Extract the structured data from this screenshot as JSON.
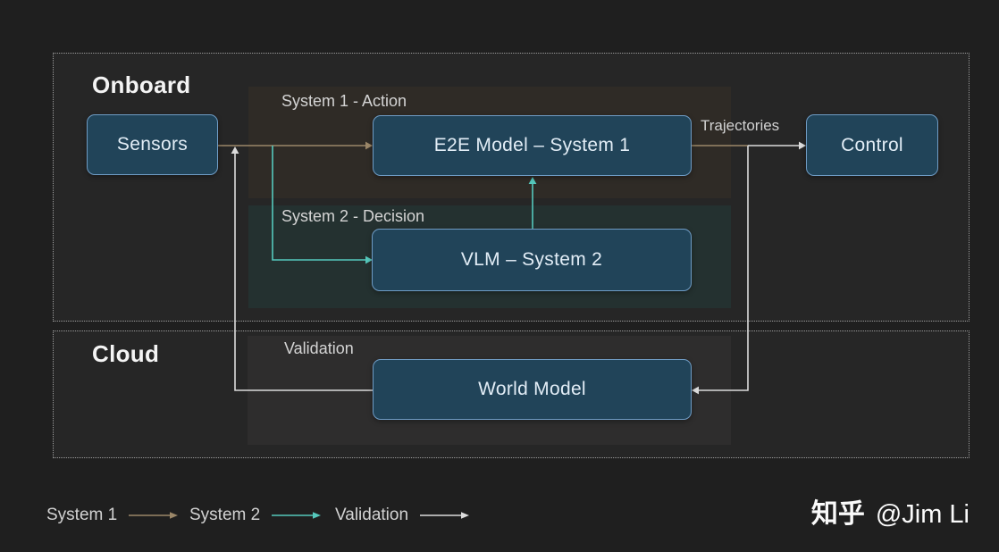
{
  "diagram": {
    "sections": {
      "onboard": {
        "label": "Onboard"
      },
      "cloud": {
        "label": "Cloud"
      }
    },
    "regions": {
      "system1": {
        "label": "System 1 - Action"
      },
      "system2": {
        "label": "System 2 - Decision"
      },
      "validation": {
        "label": "Validation"
      }
    },
    "nodes": {
      "sensors": {
        "label": "Sensors"
      },
      "e2e": {
        "label": "E2E Model – System 1"
      },
      "control": {
        "label": "Control"
      },
      "vlm": {
        "label": "VLM – System 2"
      },
      "world_model": {
        "label": "World Model"
      }
    },
    "edge_labels": {
      "trajectories": "Trajectories"
    },
    "edges": [
      {
        "from": "sensors",
        "to": "e2e",
        "type": "system1"
      },
      {
        "from": "e2e",
        "to": "control",
        "type": "system1",
        "label": "Trajectories"
      },
      {
        "from": "sensors",
        "to": "vlm",
        "type": "system2"
      },
      {
        "from": "vlm",
        "to": "e2e",
        "type": "system2"
      },
      {
        "from": "control-junction",
        "to": "world_model",
        "type": "validation"
      },
      {
        "from": "world_model",
        "to": "sensors-line",
        "type": "validation"
      }
    ]
  },
  "colors": {
    "system1_flow": "#9b8768",
    "system2_flow": "#55c8bc",
    "validation_flow": "#dcdcdc",
    "node_fill": "#214459",
    "node_border": "#6f9cc5",
    "background": "#1f1f1f",
    "panel_background": "#262626"
  },
  "legend": {
    "items": [
      {
        "label": "System 1",
        "color": "#9b8768"
      },
      {
        "label": "System 2",
        "color": "#55c8bc"
      },
      {
        "label": "Validation",
        "color": "#dcdcdc"
      }
    ]
  },
  "watermark": {
    "brand": "知乎",
    "author": "@Jim Li"
  }
}
